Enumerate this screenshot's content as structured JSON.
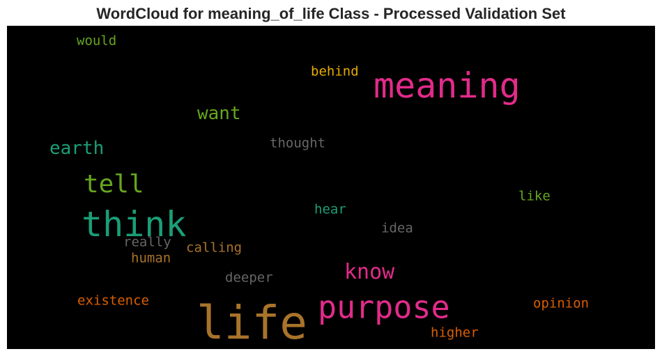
{
  "chart_data": {
    "type": "wordcloud",
    "title": "WordCloud for meaning_of_life Class - Processed Validation Set",
    "background": "#000000",
    "words": [
      {
        "text": "life",
        "color": "#a8732a"
      },
      {
        "text": "meaning",
        "color": "#e22b8a"
      },
      {
        "text": "purpose",
        "color": "#e22b8a"
      },
      {
        "text": "think",
        "color": "#1b9e77"
      },
      {
        "text": "tell",
        "color": "#66a61e"
      },
      {
        "text": "know",
        "color": "#e22b8a"
      },
      {
        "text": "want",
        "color": "#66a61e"
      },
      {
        "text": "earth",
        "color": "#1b9e77"
      },
      {
        "text": "behind",
        "color": "#e6ab02"
      },
      {
        "text": "would",
        "color": "#66a61e"
      },
      {
        "text": "thought",
        "color": "#666666"
      },
      {
        "text": "like",
        "color": "#66a61e"
      },
      {
        "text": "hear",
        "color": "#1b9e77"
      },
      {
        "text": "idea",
        "color": "#666666"
      },
      {
        "text": "really",
        "color": "#666666"
      },
      {
        "text": "calling",
        "color": "#a8732a"
      },
      {
        "text": "human",
        "color": "#a8732a"
      },
      {
        "text": "deeper",
        "color": "#666666"
      },
      {
        "text": "existence",
        "color": "#d95f02"
      },
      {
        "text": "opinion",
        "color": "#d95f02"
      },
      {
        "text": "higher",
        "color": "#d95f02"
      }
    ]
  }
}
